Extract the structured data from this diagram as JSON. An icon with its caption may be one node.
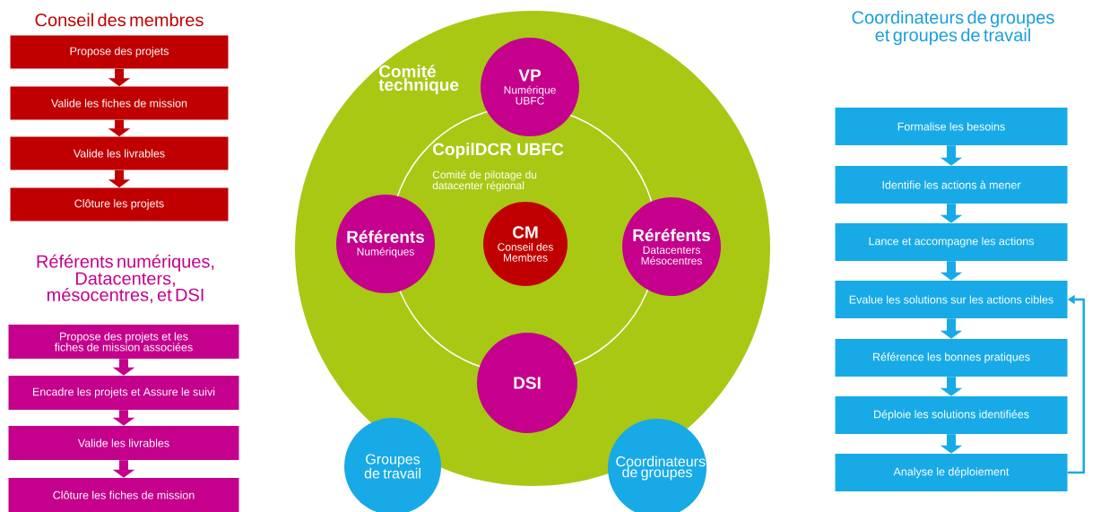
{
  "diagram": {
    "nodes": [
      {
        "text": [
          "Propose des projets"
        ]
      },
      {
        "text": [
          "Valide les fiches de mission"
        ]
      },
      {
        "text": [
          "Valide les livrables"
        ]
      },
      {
        "text": [
          "Clôture les projets"
        ]
      },
      {
        "text": [
          "Propose des projets et les fiches de mission associées"
        ]
      },
      {
        "text": [
          "Encadre les projets et Assure le suivi"
        ]
      },
      {
        "text": [
          "Valide les livrables"
        ]
      },
      {
        "text": [
          "Clôture les fiches de mission"
        ]
      },
      {
        "text": [
          "Comité technique"
        ]
      },
      {
        "text": [
          "CopilDCR UBFC",
          "Comité de pilotage du datacenter régional"
        ],
        "in": 8
      },
      {
        "text": [
          "VP",
          "Numérique UBFC"
        ],
        "in": 8
      },
      {
        "text": [
          "Référents",
          "Numériques"
        ],
        "in": 8
      },
      {
        "text": [
          "CM",
          "Conseil des Membres"
        ],
        "in": 9
      },
      {
        "text": [
          "Réréfents",
          "Datacenters Mésocentres"
        ],
        "in": 8
      },
      {
        "text": [
          "DSI"
        ],
        "in": 8
      },
      {
        "text": [
          "Groupes de travail"
        ]
      },
      {
        "text": [
          "Coordinateurs de groupes"
        ]
      },
      {
        "text": [
          "Formalise les besoins"
        ]
      },
      {
        "text": [
          "Identifie les actions à mener"
        ]
      },
      {
        "text": [
          "Lance et accompagne les actions"
        ]
      },
      {
        "text": [
          "Evalue les solutions sur les actions cibles"
        ]
      },
      {
        "text": [
          "Référence les bonnes pratiques"
        ]
      },
      {
        "text": [
          "Déploie les solutions identifiées"
        ]
      },
      {
        "text": [
          "Analyse le déploiement"
        ]
      }
    ],
    "edges": [
      {
        "from": 0,
        "to": 1,
        "arrow": "to",
        "color": "#c00000"
      },
      {
        "from": 1,
        "to": 2,
        "arrow": "to",
        "color": "#c00000"
      },
      {
        "from": 2,
        "to": 3,
        "arrow": "to",
        "color": "#c00000"
      },
      {
        "from": 4,
        "to": 5,
        "arrow": "to",
        "color": "#c4008c"
      },
      {
        "from": 5,
        "to": 6,
        "arrow": "to",
        "color": "#c4008c"
      },
      {
        "from": 6,
        "to": 7,
        "arrow": "to",
        "color": "#c4008c"
      },
      {
        "from": 17,
        "to": 18,
        "arrow": "to"
      },
      {
        "from": 18,
        "to": 19,
        "arrow": "to"
      },
      {
        "from": 19,
        "to": 20,
        "arrow": "to"
      },
      {
        "from": 20,
        "to": 21,
        "arrow": "to"
      },
      {
        "from": 21,
        "to": 22,
        "arrow": "to"
      },
      {
        "from": 22,
        "to": 23,
        "arrow": "to"
      },
      {
        "from": 23,
        "to": 20,
        "arrow": "to"
      }
    ],
    "labels": [
      "Conseil des membres",
      "Référents numériques, Datacenters, mésocentres, et DSI",
      "Coordinateurs de groupes et groupes de travail"
    ]
  }
}
